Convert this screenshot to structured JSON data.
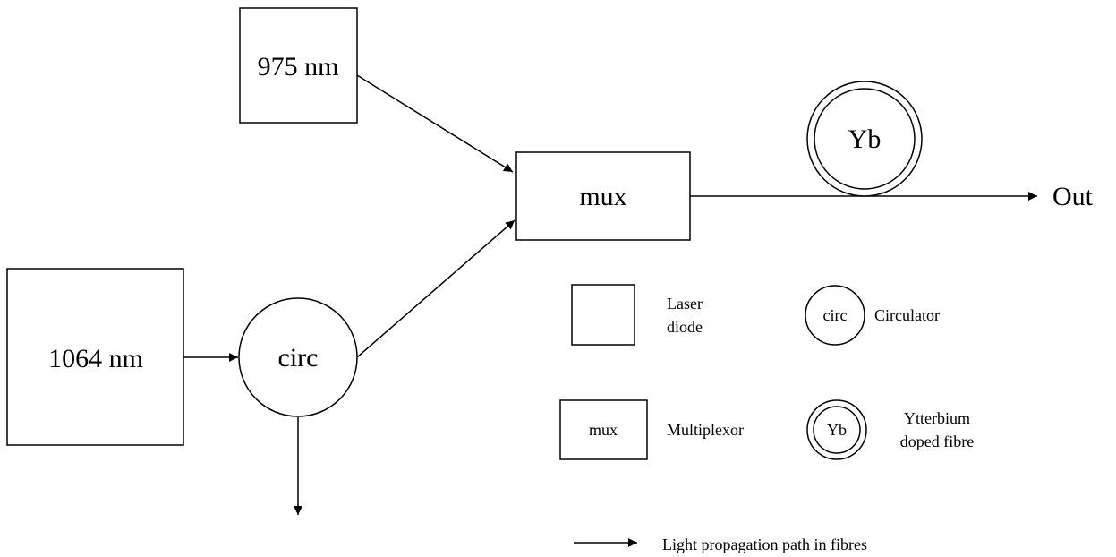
{
  "diagram": {
    "nodes": {
      "pump_diode": {
        "label": "975 nm"
      },
      "seed_diode": {
        "label": "1064 nm"
      },
      "circulator": {
        "label": "circ"
      },
      "multiplexor": {
        "label": "mux"
      },
      "ytterbium_fibre": {
        "label": "Yb"
      },
      "output": {
        "label": "Out"
      }
    },
    "legend": {
      "laser_diode": {
        "line1": "Laser",
        "line2": "diode"
      },
      "circulator": {
        "symbol": "circ",
        "label": "Circulator"
      },
      "multiplexor": {
        "symbol": "mux",
        "label": "Multiplexor"
      },
      "ytterbium": {
        "symbol": "Yb",
        "line1": "Ytterbium",
        "line2": "doped fibre"
      },
      "path": {
        "label": "Light propagation path in fibres"
      }
    }
  }
}
